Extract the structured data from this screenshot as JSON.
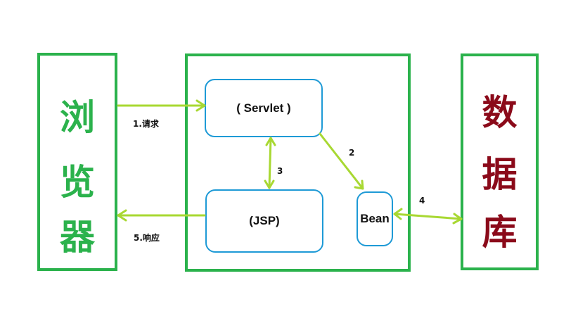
{
  "browser": {
    "chars": [
      "浏",
      "览",
      "器"
    ],
    "color": "#2bb24c"
  },
  "database": {
    "chars": [
      "数",
      "据",
      "库"
    ],
    "color": "#8b0a1a"
  },
  "nodes": {
    "servlet": "( Servlet )",
    "jsp": "(JSP)",
    "bean": "Bean"
  },
  "arrow_labels": {
    "request": "1.请求",
    "two": "2",
    "three": "3",
    "four": "4",
    "response": "5.响应"
  },
  "colors": {
    "frame": "#2bb24c",
    "node_border": "#1e9ad6",
    "arrow": "#a8d832"
  }
}
